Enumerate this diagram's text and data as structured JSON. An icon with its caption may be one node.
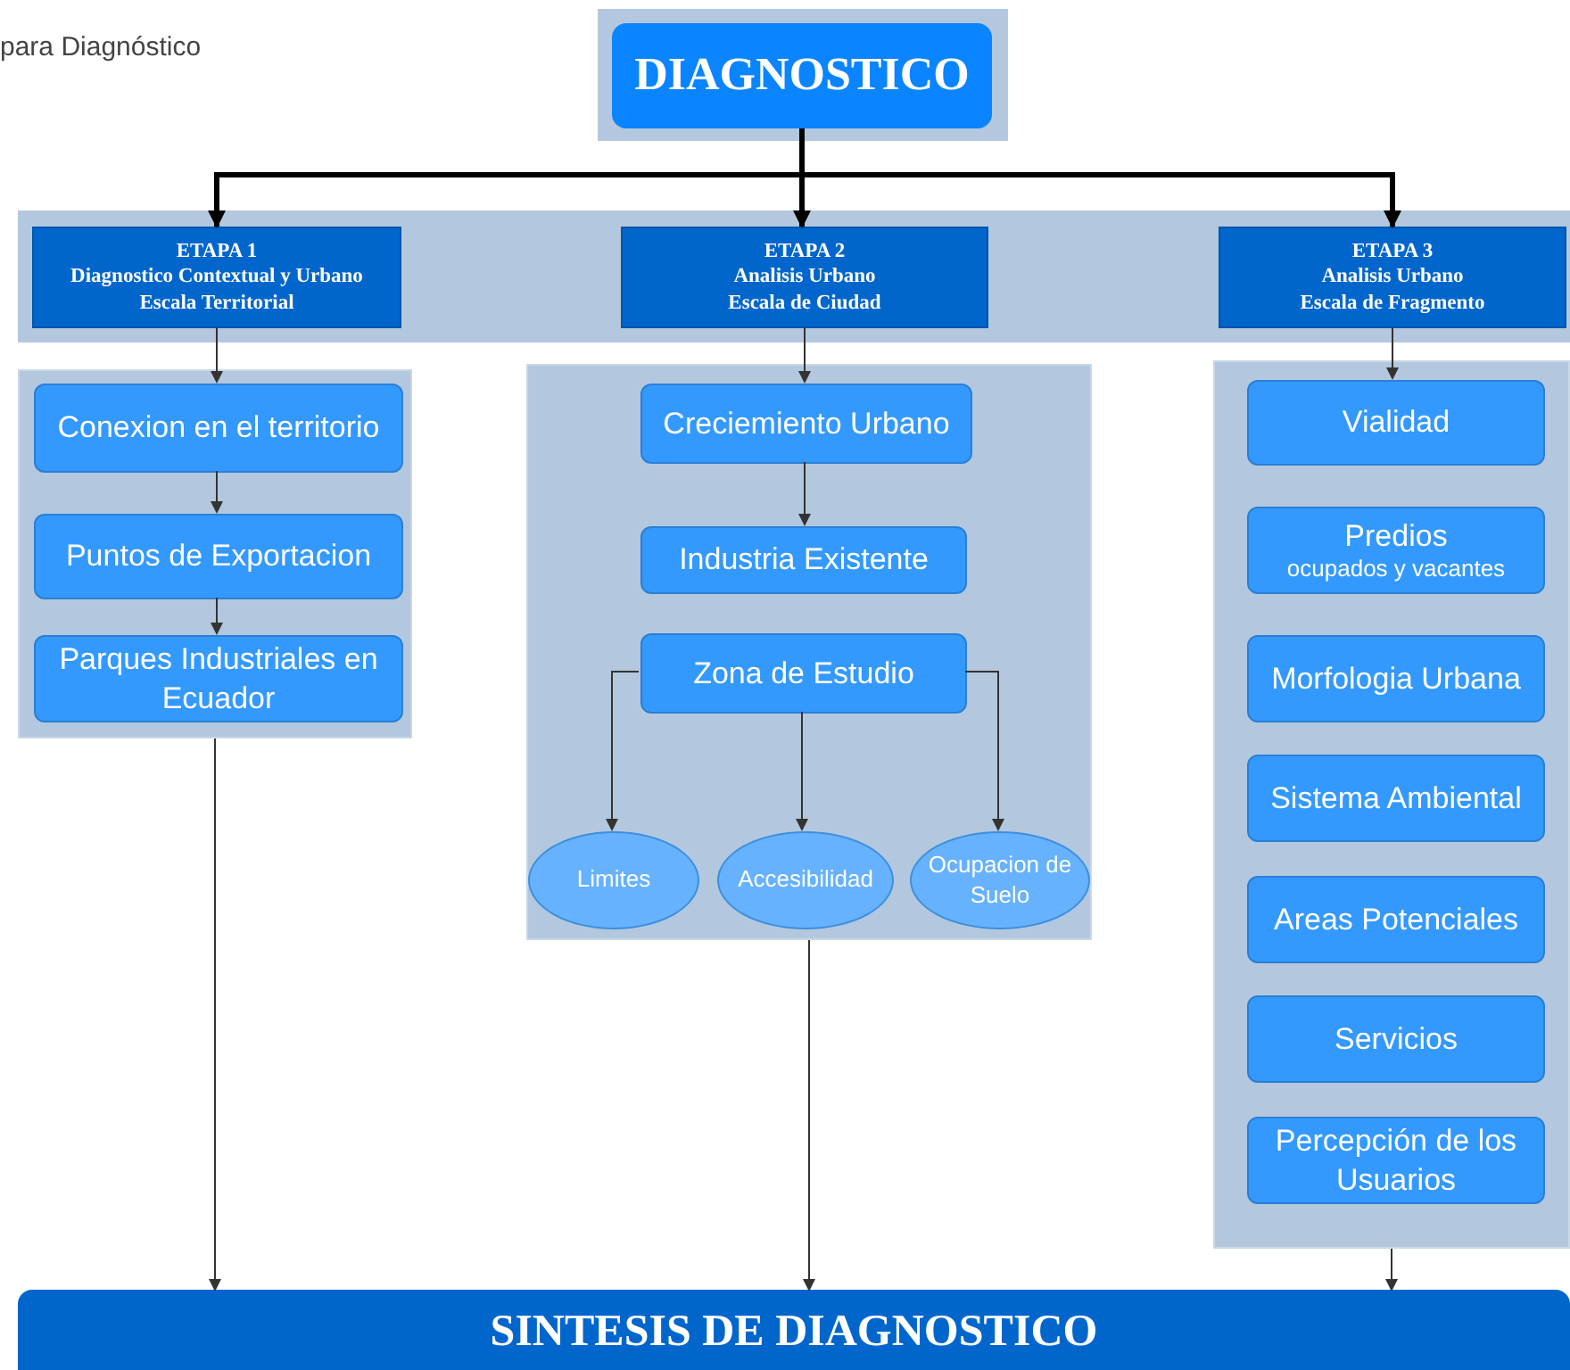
{
  "diagram": {
    "nodes": [
      {
        "text": [],
        "shape": "box"
      },
      {
        "text": [
          "DIAGNOSTICO"
        ],
        "in": 0
      },
      {
        "text": [],
        "shape": "box"
      },
      {
        "text": [
          "ETAPA 1",
          "Diagnostico Contextual y Urbano",
          "Escala Territorial"
        ],
        "in": 2
      },
      {
        "text": [
          "ETAPA 2",
          "Analisis Urbano",
          "Escala de Ciudad"
        ],
        "in": 2
      },
      {
        "text": [
          "ETAPA 3",
          "Analisis Urbano",
          "Escala de Fragmento"
        ],
        "in": 2
      },
      {
        "text": [],
        "shape": "box"
      },
      {
        "text": [
          "Conexion en el territorio"
        ],
        "in": 6
      },
      {
        "text": [
          "Puntos de Exportacion"
        ],
        "in": 6
      },
      {
        "text": [
          "Parques Industriales en Ecuador"
        ],
        "in": 6
      },
      {
        "text": [],
        "shape": "box"
      },
      {
        "text": [
          "Creciemiento Urbano"
        ],
        "in": 10
      },
      {
        "text": [
          "Industria Existente"
        ],
        "in": 10
      },
      {
        "text": [
          "Zona de Estudio"
        ],
        "in": 10
      },
      {
        "text": [
          "Limites"
        ],
        "in": 10
      },
      {
        "text": [
          "Accesibilidad"
        ],
        "in": 10
      },
      {
        "text": [
          "Ocupacion de Suelo"
        ],
        "in": 10
      },
      {
        "text": [],
        "shape": "box"
      },
      {
        "text": [
          "Vialidad"
        ],
        "in": 17
      },
      {
        "text": [
          "Predios",
          "ocupados y vacantes"
        ],
        "in": 17
      },
      {
        "text": [
          "Morfologia Urbana"
        ],
        "in": 17
      },
      {
        "text": [
          "Sistema Ambiental"
        ],
        "in": 17
      },
      {
        "text": [
          "Areas Potenciales"
        ],
        "in": 17
      },
      {
        "text": [
          "Servicios"
        ],
        "in": 17
      },
      {
        "text": [
          "Percepción de los Usuarios"
        ],
        "in": 17
      },
      {
        "text": [
          "SINTESIS DE DIAGNOSTICO"
        ]
      }
    ],
    "edges": [
      {
        "from": 1,
        "to": 3,
        "arrow": "to",
        "style": "thick"
      },
      {
        "from": 1,
        "to": 4,
        "arrow": "to",
        "style": "thick"
      },
      {
        "from": 1,
        "to": 5,
        "arrow": "to",
        "style": "thick"
      },
      {
        "from": 3,
        "to": 7,
        "arrow": "to"
      },
      {
        "from": 7,
        "to": 8,
        "arrow": "to"
      },
      {
        "from": 8,
        "to": 9,
        "arrow": "to"
      },
      {
        "from": 4,
        "to": 11,
        "arrow": "to"
      },
      {
        "from": 11,
        "to": 12,
        "arrow": "to"
      },
      {
        "from": 13,
        "to": 14,
        "arrow": "to"
      },
      {
        "from": 13,
        "to": 15,
        "arrow": "to"
      },
      {
        "from": 13,
        "to": 16,
        "arrow": "to"
      },
      {
        "from": 5,
        "to": 18,
        "arrow": "to"
      },
      {
        "from": 6,
        "to": 25,
        "arrow": "to"
      },
      {
        "from": 10,
        "to": 25,
        "arrow": "to"
      },
      {
        "from": 17,
        "to": 25,
        "arrow": "to"
      }
    ],
    "labels": [
      "para Diagnóstico"
    ]
  }
}
